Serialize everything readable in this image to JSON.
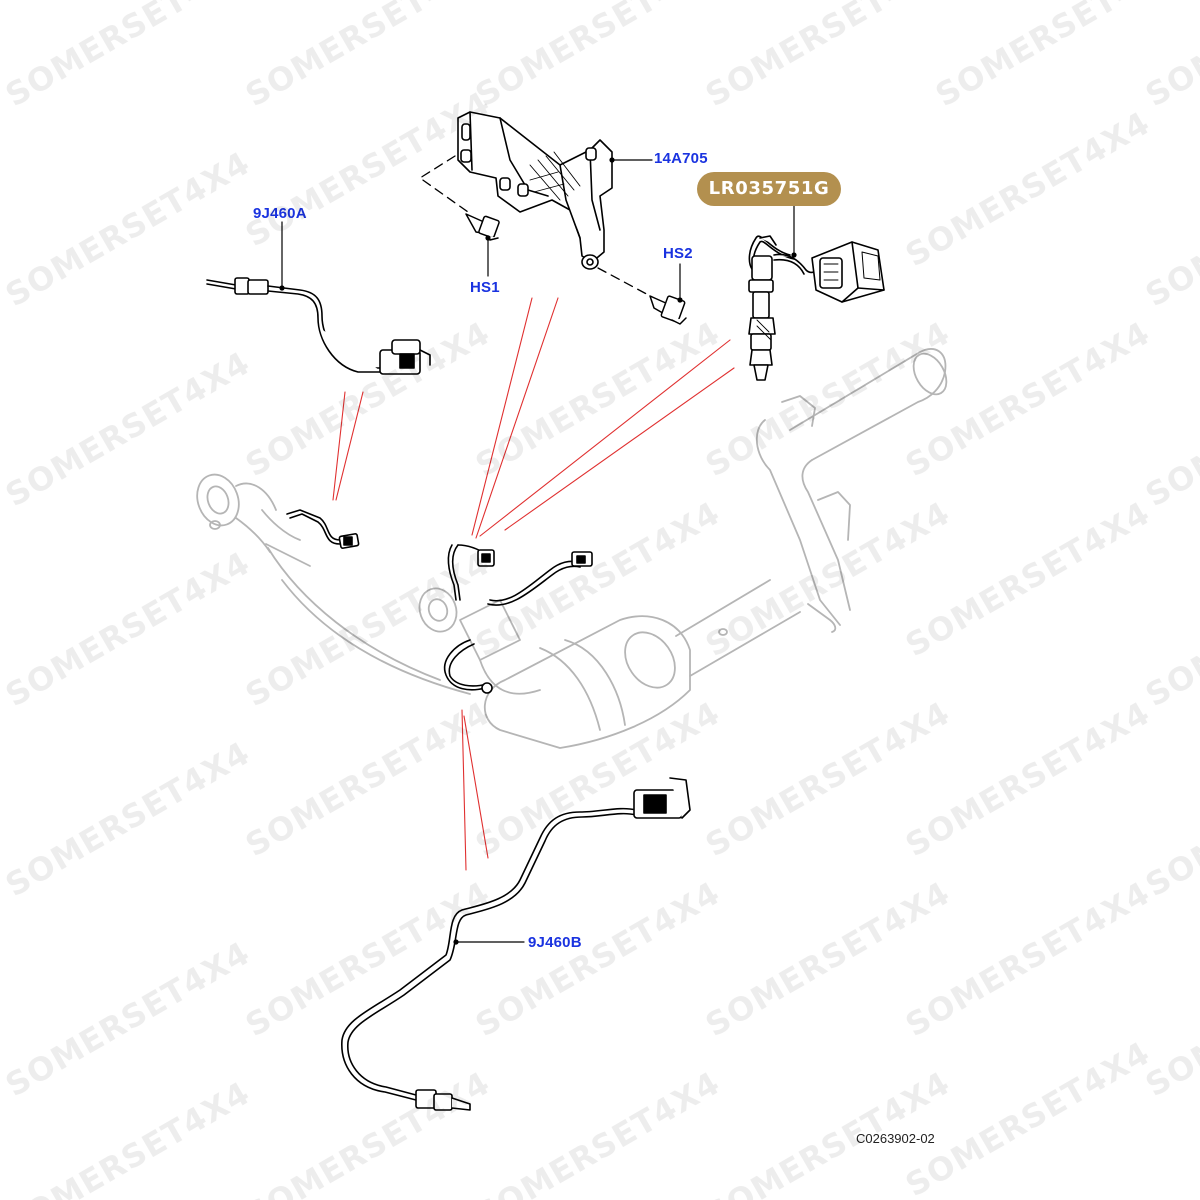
{
  "callouts": {
    "c_14a705": "14A705",
    "c_9j460a": "9J460A",
    "c_hs1": "HS1",
    "c_hs2": "HS2",
    "c_9j460b": "9J460B"
  },
  "highlighted_part": {
    "number": "LR035751G",
    "badge_color": "#b3904f"
  },
  "diagram_code": "C0263902-02",
  "watermark": "SOMERSET4X4",
  "colors": {
    "callout_text": "#1a33e0",
    "leader_lines": "#e03030",
    "line_art": "#000000",
    "ghost_exhaust": "#b5b5b5"
  }
}
